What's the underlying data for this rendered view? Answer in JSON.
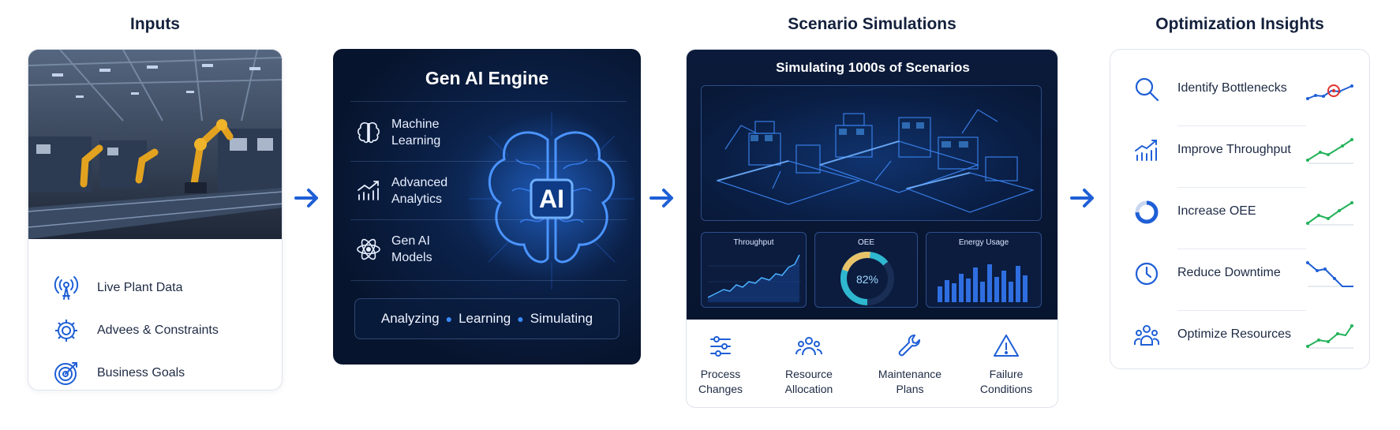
{
  "columns": {
    "inputs": "Inputs",
    "simulations": "Scenario Simulations",
    "insights": "Optimization Insights"
  },
  "inputs": {
    "items": [
      {
        "label": "Live Plant Data",
        "icon": "signal-tower-icon"
      },
      {
        "label": "Advees & Constraints",
        "icon": "gear-icon"
      },
      {
        "label": "Business Goals",
        "icon": "target-icon"
      }
    ]
  },
  "engine": {
    "title": "Gen AI Engine",
    "badge": "AI",
    "items": [
      {
        "label": "Machine Learning",
        "icon": "brain-icon"
      },
      {
        "label": "Advanced Analytics",
        "icon": "analytics-icon"
      },
      {
        "label": "Gen AI Models",
        "icon": "atom-icon"
      }
    ],
    "status": [
      "Analyzing",
      "Learning",
      "Simulating"
    ]
  },
  "simulations": {
    "heading": "Simulating 1000s of Scenarios",
    "metrics": {
      "throughput_title": "Throughput",
      "oee_title": "OEE",
      "oee_value": "82%",
      "oee_fraction": 0.82,
      "energy_title": "Energy Usage"
    },
    "items": [
      {
        "label": "Process Changes",
        "icon": "sliders-icon"
      },
      {
        "label": "Resource Allocation",
        "icon": "team-icon"
      },
      {
        "label": "Maintenance Plans",
        "icon": "wrench-icon"
      },
      {
        "label": "Failure Conditions",
        "icon": "warning-icon"
      }
    ]
  },
  "insights": {
    "items": [
      {
        "label": "Identify Bottlenecks",
        "icon": "magnifier-icon",
        "trend": "bottleneck"
      },
      {
        "label": "Improve Throughput",
        "icon": "bar-growth-icon",
        "trend": "up"
      },
      {
        "label": "Increase OEE",
        "icon": "donut-icon",
        "trend": "up"
      },
      {
        "label": "Reduce Downtime",
        "icon": "clock-icon",
        "trend": "down"
      },
      {
        "label": "Optimize Resources",
        "icon": "people-icon",
        "trend": "up"
      }
    ]
  },
  "colors": {
    "accent": "#1f5fd6",
    "dark_panel": "#0b2149",
    "positive": "#22b35a",
    "alert": "#e0312f"
  }
}
